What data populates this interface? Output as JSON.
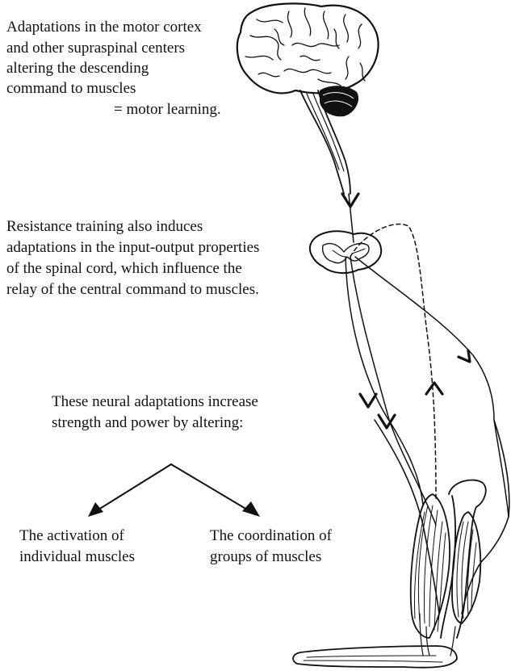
{
  "annotations": {
    "cortex": {
      "lines": [
        "Adaptations in the motor cortex",
        "and other supraspinal centers",
        "altering the descending",
        "command to muscles",
        "= motor learning."
      ]
    },
    "spinal": {
      "lines": [
        "Resistance training also induces",
        "adaptations in the input-output properties",
        "of the spinal cord, which influence the",
        "relay of the central command to muscles."
      ]
    },
    "neural": {
      "lines": [
        "These neural adaptations increase",
        "strength and power by altering:"
      ]
    },
    "activation": {
      "lines": [
        "The activation of",
        "individual muscles"
      ]
    },
    "coordination": {
      "lines": [
        "The coordination of",
        "groups of muscles"
      ]
    }
  }
}
